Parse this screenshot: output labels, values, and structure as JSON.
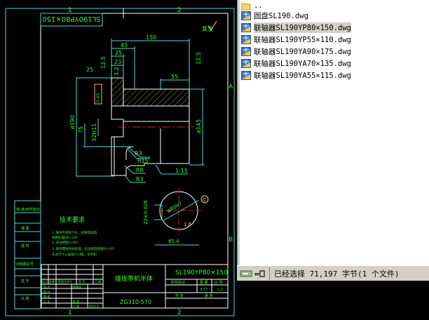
{
  "file_list": {
    "items": [
      {
        "name": "..",
        "icon": "folder-icon",
        "selected": false
      },
      {
        "name": "圆盘SL190.dwg",
        "icon": "dwg-file-icon",
        "selected": false
      },
      {
        "name": "联轴器SL190YP80×150.dwg",
        "icon": "dwg-file-icon",
        "selected": true
      },
      {
        "name": "联轴器SL190YP55×110.dwg",
        "icon": "dwg-file-icon",
        "selected": false
      },
      {
        "name": "联轴器SL190YA90×175.dwg",
        "icon": "dwg-file-icon",
        "selected": false
      },
      {
        "name": "联轴器SL190YA70×135.dwg",
        "icon": "dwg-file-icon",
        "selected": false
      },
      {
        "name": "联轴器SL190YA55×115.dwg",
        "icon": "dwg-file-icon",
        "selected": false
      }
    ]
  },
  "status_bar": {
    "text": "已经选择 71,197 字节(1 个文件)"
  },
  "drawing": {
    "code_box": "SL190YP80×150",
    "zone_labels": [
      "1",
      "2",
      "A",
      "B"
    ],
    "roughness_rest": "其余",
    "dims": {
      "d150": "150",
      "d45": "45",
      "d25": "25",
      "d23": "23",
      "d55": "55",
      "r12_5a": "12.5",
      "r12_5b": "12.5",
      "r3_2a": "3.2",
      "r25": "25",
      "r1_6": "1.6",
      "dia190": "ø190",
      "d75": "75",
      "h32": "32H11",
      "dia145": "ø145",
      "R3a": "R3",
      "R15": "R15",
      "R8": "R8",
      "R3b": "R3",
      "taper": "1:15",
      "tol": "0.05",
      "key1": "22±0.026",
      "key2": "85.4",
      "c": "C",
      "angle": "φ80H7"
    },
    "tech_title": "技术要求",
    "tech_lines": [
      "1. 铸件不得有气孔、砂眼等缺陷",
      "   调质处理HB=220",
      "2. 未注倒角1×45°",
      "3. 铸件需经时效处理，未注铸造圆角R3~R5",
      "   未注尺寸公差按IT14级，去毛刺"
    ],
    "side_labels": [
      "借(通)用件登记",
      "描 图",
      "描 校",
      "旧底图总号",
      "签 字",
      "日 期"
    ],
    "title_block": {
      "part_name": "接皮带机半体",
      "code": "SL190YP80×150",
      "drawing_no": "ZG310-570",
      "stage_label": "阶段标记",
      "weight_label": "重 量",
      "scale_label": "比 例",
      "weight": "3.77",
      "scale": "1:2",
      "sheet_a": "共 张",
      "sheet_b": "第 张",
      "rows": [
        "标记",
        "处数",
        "更改文件号",
        "签 字",
        "日 期",
        "设 计",
        "标准化",
        "校 对",
        "审 核",
        "工 艺",
        "批 准",
        "日 期",
        "2011.6"
      ]
    }
  }
}
